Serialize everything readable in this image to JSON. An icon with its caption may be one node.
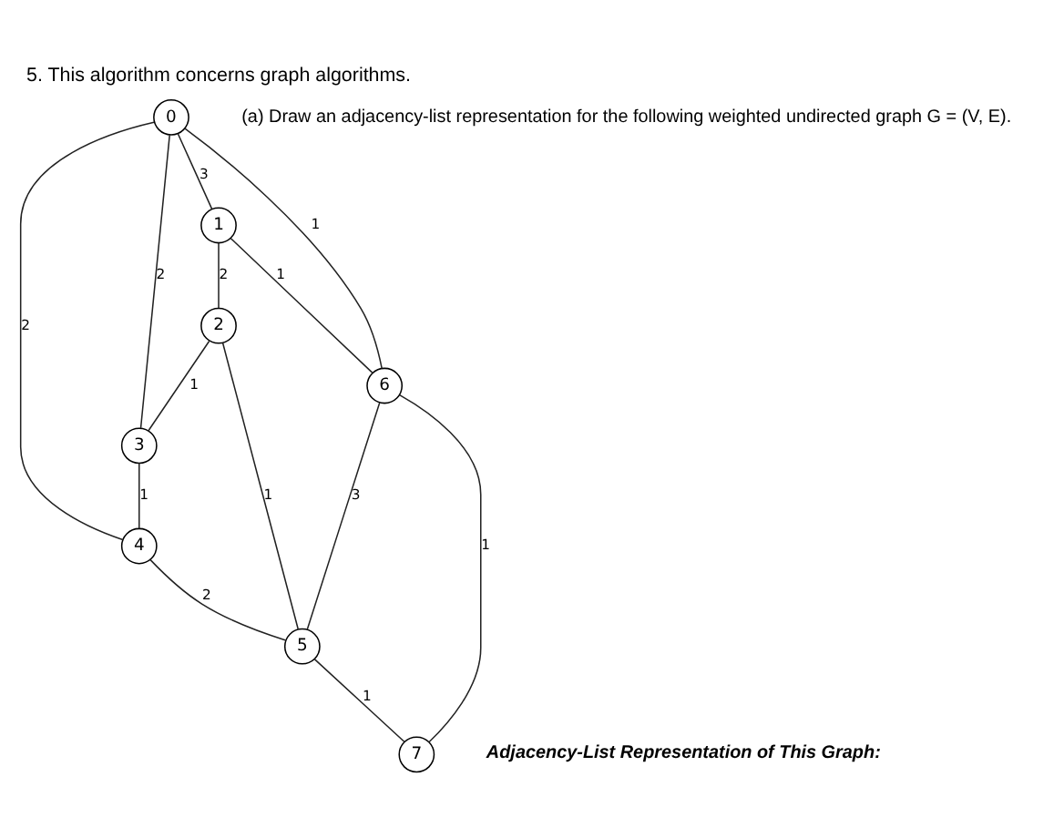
{
  "diagram": {
    "title": "5. This algorithm concerns graph algorithms.",
    "nodes": [
      {
        "text": [
          "0"
        ]
      },
      {
        "text": [
          "1"
        ]
      },
      {
        "text": [
          "2"
        ]
      },
      {
        "text": [
          "3"
        ]
      },
      {
        "text": [
          "4"
        ]
      },
      {
        "text": [
          "5"
        ]
      },
      {
        "text": [
          "6"
        ]
      },
      {
        "text": [
          "7"
        ]
      }
    ],
    "edges": [
      {
        "from": 0,
        "to": 1,
        "arrow": "none",
        "label": "3"
      },
      {
        "from": 1,
        "to": 2,
        "arrow": "none",
        "label": "2"
      },
      {
        "from": 2,
        "to": 3,
        "arrow": "none",
        "label": "1"
      },
      {
        "from": 1,
        "to": 6,
        "arrow": "none",
        "label": "1"
      },
      {
        "from": 0,
        "to": 3,
        "arrow": "none",
        "label": "2"
      },
      {
        "from": 2,
        "to": 5,
        "arrow": "none",
        "label": "1"
      },
      {
        "from": 3,
        "to": 4,
        "arrow": "none",
        "label": "1"
      },
      {
        "from": 0,
        "to": 4,
        "arrow": "none",
        "label": "2"
      },
      {
        "from": 0,
        "to": 6,
        "arrow": "none",
        "label": "1"
      },
      {
        "from": 6,
        "to": 5,
        "arrow": "none",
        "label": "3"
      },
      {
        "from": 4,
        "to": 5,
        "arrow": "none",
        "label": "2"
      },
      {
        "from": 6,
        "to": 7,
        "arrow": "none",
        "label": "1"
      },
      {
        "from": 5,
        "to": 7,
        "arrow": "none",
        "label": "1"
      }
    ],
    "labels": [
      "(a) Draw an adjacency-list representation for the following weighted undirected graph G = (V, E).",
      "Adjacency-List Representation of This Graph:"
    ]
  }
}
